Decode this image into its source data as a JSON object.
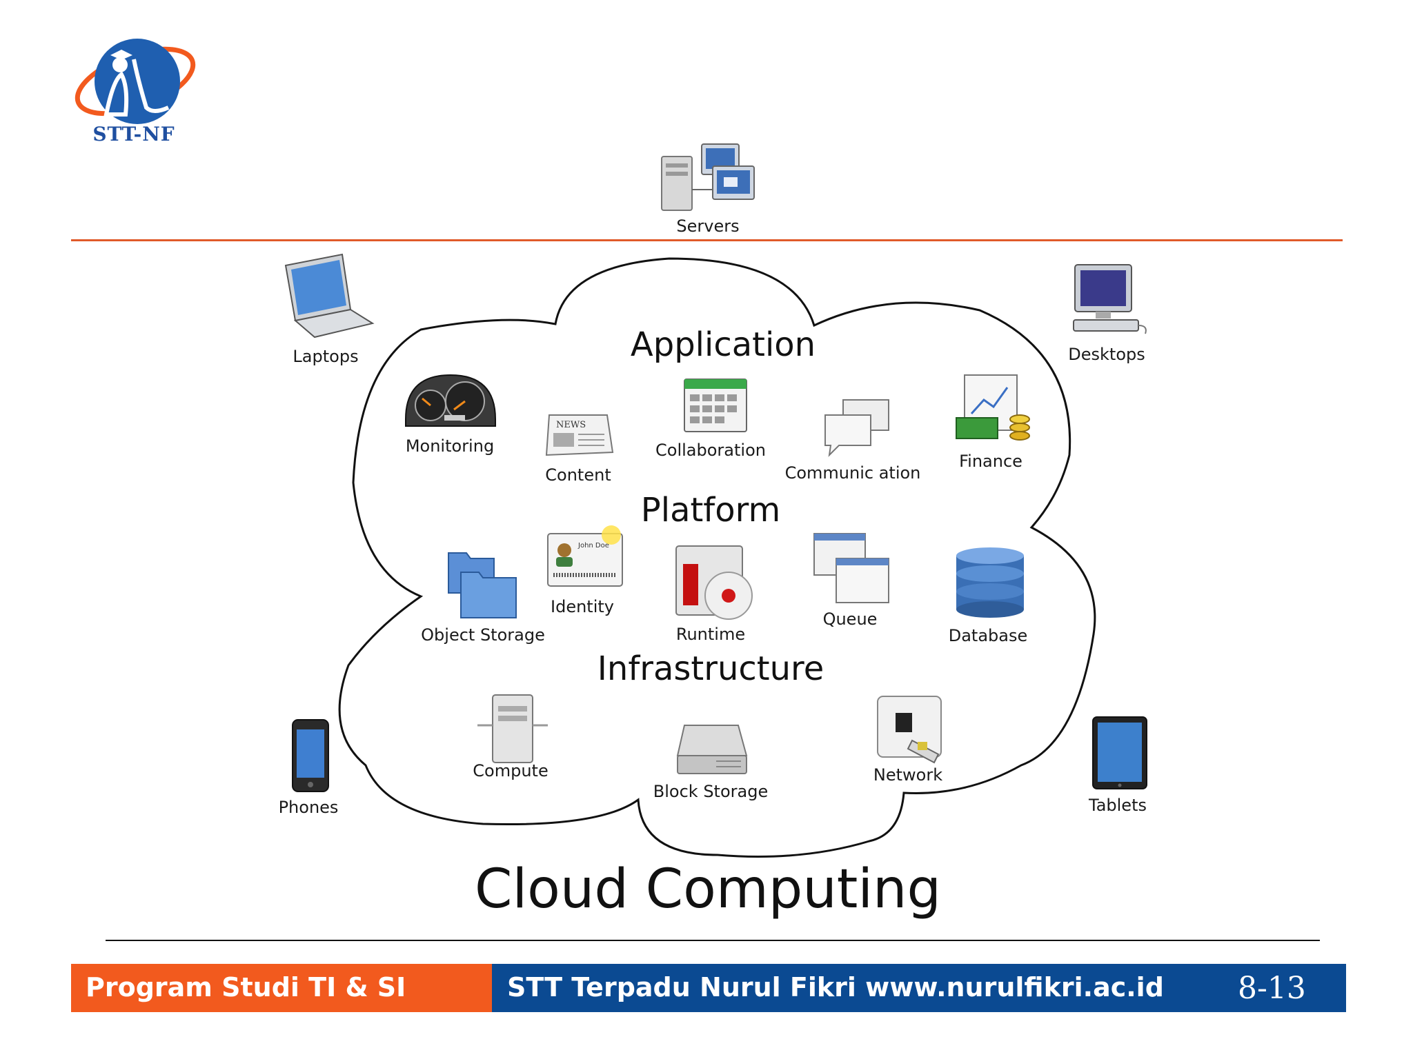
{
  "logo": {
    "text": "STT-NF"
  },
  "devices": {
    "servers": "Servers",
    "laptops": "Laptops",
    "desktops": "Desktops",
    "phones": "Phones",
    "tablets": "Tablets"
  },
  "layers": {
    "application": "Application",
    "platform": "Platform",
    "infrastructure": "Infrastructure"
  },
  "application_items": {
    "monitoring": "Monitoring",
    "content": "Content",
    "collaboration": "Collaboration",
    "communication": "Communic ation",
    "finance": "Finance"
  },
  "platform_items": {
    "object_storage": "Object Storage",
    "identity": "Identity",
    "runtime": "Runtime",
    "queue": "Queue",
    "database": "Database"
  },
  "infrastructure_items": {
    "compute": "Compute",
    "block_storage": "Block Storage",
    "network": "Network"
  },
  "icon_text": {
    "news": "NEWS",
    "id_name": "John Doe"
  },
  "title": "Cloud Computing",
  "footer": {
    "left": "Program Studi TI & SI",
    "right": "STT Terpadu Nurul Fikri www.nurulfikri.ac.id",
    "page": "8-13"
  },
  "colors": {
    "accent_orange": "#f25a1e",
    "accent_blue": "#0b4a92",
    "rule_orange": "#e05a2a"
  }
}
